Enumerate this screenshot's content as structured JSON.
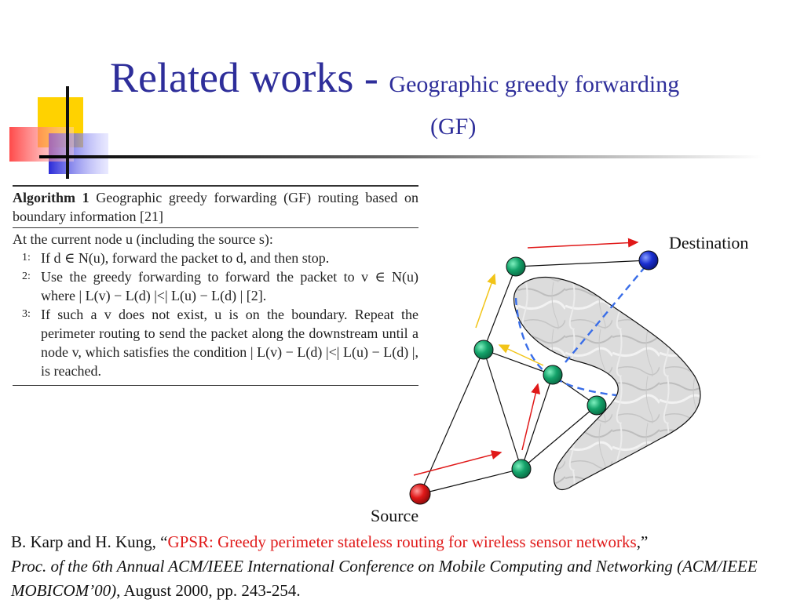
{
  "slide": {
    "title_main": "Related works - ",
    "title_sub_line1": "Geographic greedy forwarding",
    "title_sub_line2": "(GF)"
  },
  "algorithm": {
    "label": "Algorithm 1",
    "caption": "Geographic greedy forwarding (GF) routing based on boundary information [21]",
    "intro": "At the current node u (including the source s):",
    "steps": [
      {
        "num": "1:",
        "text": "If d ∈ N(u), forward the packet to d, and then stop."
      },
      {
        "num": "2:",
        "text": "Use the greedy forwarding to forward the packet to v ∈ N(u) where | L(v) − L(d) |<| L(u) − L(d) | [2]."
      },
      {
        "num": "3:",
        "text": "If such a v does not exist, u is on the boundary. Repeat the perimeter routing to send the packet along the downstream until a node v, which satisfies the condition | L(v) − L(d) |<| L(u) − L(d) |, is reached."
      }
    ]
  },
  "diagram": {
    "destination_label": "Destination",
    "source_label": "Source",
    "colors": {
      "node_green": "#14a36a",
      "node_destination": "#1a2fd0",
      "node_source": "#e01818",
      "path_dashed": "#3a6ee8",
      "arrow_red": "#e01818",
      "arrow_yellow": "#f2c417"
    }
  },
  "reference": {
    "authors": "B. Karp and H. Kung, “",
    "paper_title": "GPSR: Greedy perimeter stateless routing for wireless sensor networks",
    "after_title": ",”",
    "venue": "Proc. of the 6th Annual ACM/IEEE International Conference on Mobile Computing and Networking (ACM/IEEE MOBICOM’00)",
    "details": ", August 2000, pp. 243-254."
  }
}
